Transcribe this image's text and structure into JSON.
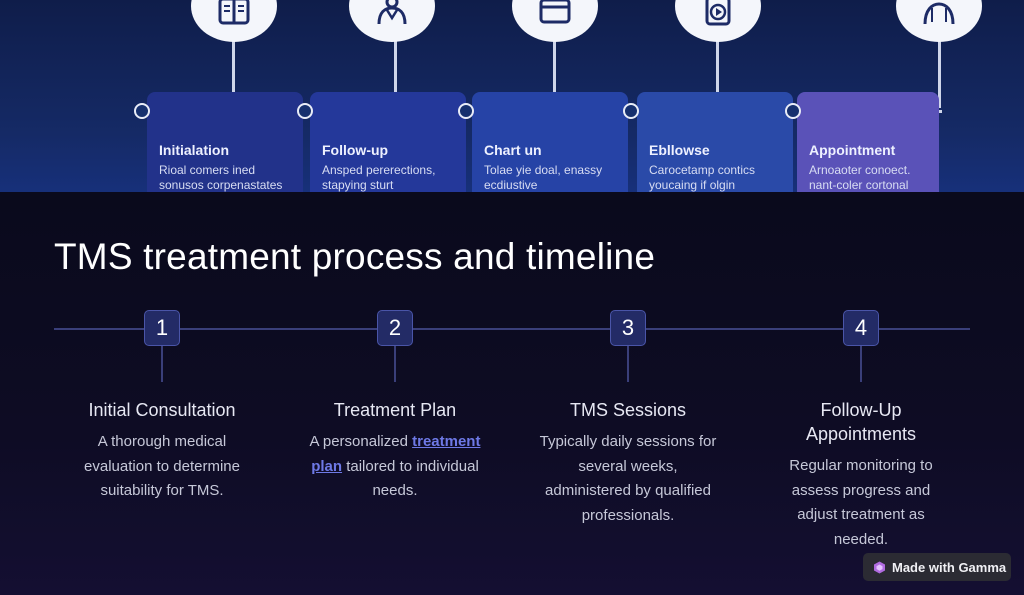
{
  "hero": {
    "cards": [
      {
        "title": "Initialation",
        "text": "Rioal comers ined sonusos corpenastates",
        "bg": "#22328a"
      },
      {
        "title": "Follow-up",
        "text": "Ansped pererections, stapying sturt",
        "bg": "#24389a"
      },
      {
        "title": "Chart un",
        "text": "Tolae yie doal, enassy ecdiustive",
        "bg": "#2643a6"
      },
      {
        "title": "Ebllowse",
        "text": "Carocetamp contics youcaing if olgin",
        "bg": "#2a4aa8"
      },
      {
        "title": "Appointment",
        "text": "Arnoaoter conoect. nant-coler cortonal",
        "bg": "#5a52b8"
      }
    ],
    "icons": [
      "book-icon",
      "doctor-icon",
      "folder-icon",
      "video-icon",
      "person-icon"
    ]
  },
  "page": {
    "title": "TMS treatment process and timeline"
  },
  "steps": [
    {
      "number": "1",
      "title": "Initial Consultation",
      "desc": "A thorough medical evaluation to determine suitability for TMS."
    },
    {
      "number": "2",
      "title": "Treatment Plan",
      "desc_before": "A personalized ",
      "link": "treatment plan",
      "desc_after": " tailored to individual needs."
    },
    {
      "number": "3",
      "title": "TMS Sessions",
      "desc": "Typically daily sessions for several weeks, administered by qualified professionals."
    },
    {
      "number": "4",
      "title": "Follow-Up Appointments",
      "desc": "Regular monitoring to assess progress and adjust treatment as needed."
    }
  ],
  "badge": {
    "label": "Made with Gamma"
  },
  "colors": {
    "accent": "#6e79e6",
    "badge_bg": "#232b66"
  }
}
